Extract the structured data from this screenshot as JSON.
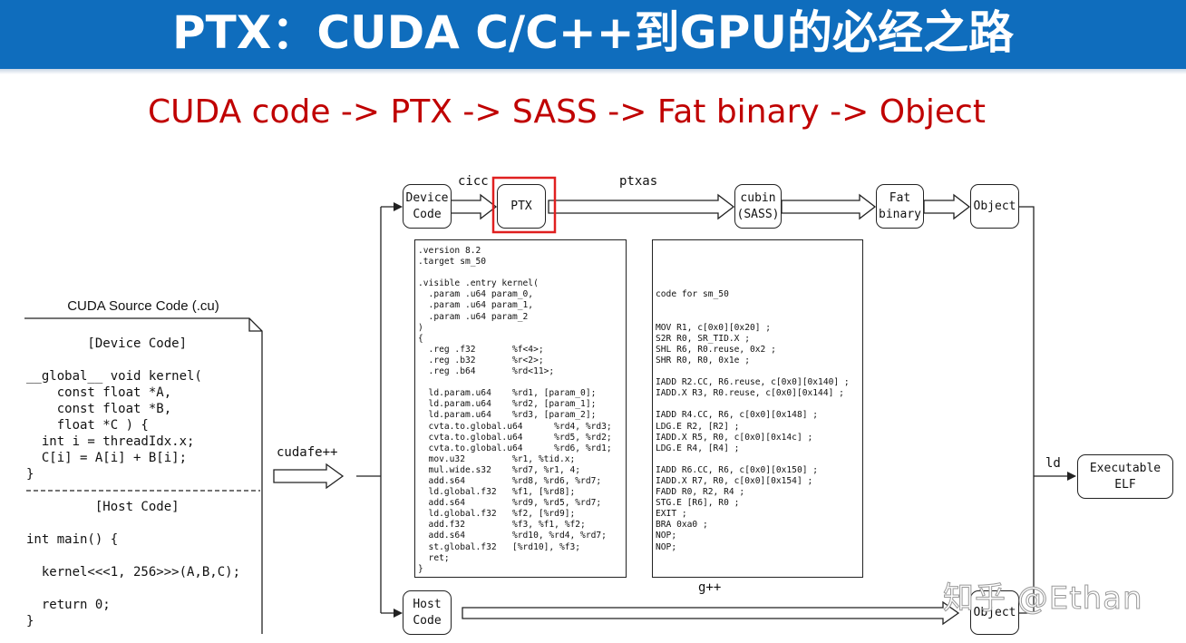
{
  "header": {
    "title": "PTX：CUDA C/C++到GPU的必经之路",
    "subtitle": "CUDA code -> PTX -> SASS -> Fat binary -> Object"
  },
  "source": {
    "caption": "CUDA Source Code (.cu)",
    "code_device": "        [Device Code]\n\n__global__ void kernel(\n    const float *A,\n    const float *B,\n    float *C ) {\n  int i = threadIdx.x;\n  C[i] = A[i] + B[i];\n}",
    "code_host": "         [Host Code]\n\nint main() {\n\n  kernel<<<1, 256>>>(A,B,C);\n\n  return 0;\n}"
  },
  "nodes": {
    "device_code": "Device\nCode",
    "ptx": "PTX",
    "cubin": "cubin\n(SASS)",
    "fat_binary": "Fat\nbinary",
    "object_top": "Object",
    "executable": "Executable\nELF",
    "host_code": "Host\nCode",
    "object_bottom": "Object"
  },
  "edge_labels": {
    "cicc": "cicc",
    "ptxas": "ptxas",
    "cudafe": "cudafe++",
    "ld": "ld",
    "gpp": "g++"
  },
  "ptx_listing": ".version 8.2\n.target sm_50\n\n.visible .entry kernel(\n  .param .u64 param_0,\n  .param .u64 param_1,\n  .param .u64 param_2\n)\n{\n  .reg .f32       %f<4>;\n  .reg .b32       %r<2>;\n  .reg .b64       %rd<11>;\n\n  ld.param.u64    %rd1, [param_0];\n  ld.param.u64    %rd2, [param_1];\n  ld.param.u64    %rd3, [param_2];\n  cvta.to.global.u64      %rd4, %rd3;\n  cvta.to.global.u64      %rd5, %rd2;\n  cvta.to.global.u64      %rd6, %rd1;\n  mov.u32         %r1, %tid.x;\n  mul.wide.s32    %rd7, %r1, 4;\n  add.s64         %rd8, %rd6, %rd7;\n  ld.global.f32   %f1, [%rd8];\n  add.s64         %rd9, %rd5, %rd7;\n  ld.global.f32   %f2, [%rd9];\n  add.f32         %f3, %f1, %f2;\n  add.s64         %rd10, %rd4, %rd7;\n  st.global.f32   [%rd10], %f3;\n  ret;\n}",
  "sass_listing": "\n\n\n\ncode for sm_50\n\n\nMOV R1, c[0x0][0x20] ;\nS2R R0, SR_TID.X ;\nSHL R6, R0.reuse, 0x2 ;\nSHR R0, R0, 0x1e ;\n\nIADD R2.CC, R6.reuse, c[0x0][0x140] ;\nIADD.X R3, R0.reuse, c[0x0][0x144] ;\n\nIADD R4.CC, R6, c[0x0][0x148] ;\nLDG.E R2, [R2] ;\nIADD.X R5, R0, c[0x0][0x14c] ;\nLDG.E R4, [R4] ;\n\nIADD R6.CC, R6, c[0x0][0x150] ;\nIADD.X R7, R0, c[0x0][0x154] ;\nFADD R0, R2, R4 ;\nSTG.E [R6], R0 ;\nEXIT ;\nBRA 0xa0 ;\nNOP;\nNOP;",
  "watermark": "知乎 @Ethan",
  "colors": {
    "banner": "#0f6dbd",
    "subtitle": "#c00000",
    "highlight": "#e02020"
  }
}
